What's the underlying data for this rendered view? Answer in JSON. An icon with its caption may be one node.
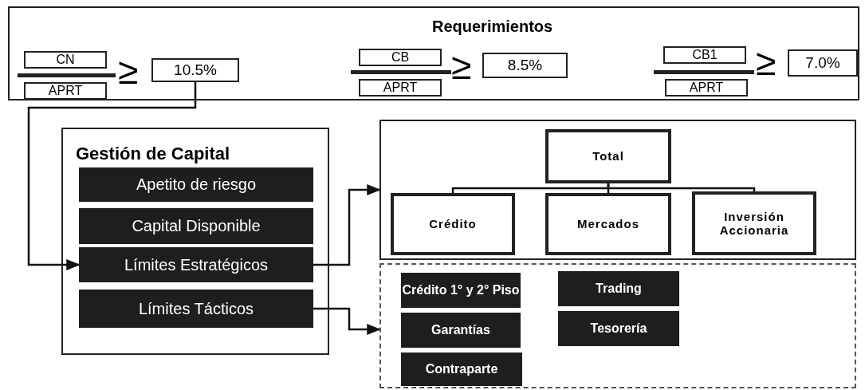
{
  "diagram": {
    "nodes": [
      {
        "text": [
          "Requerimientos"
        ]
      },
      {
        "text": [
          "CN"
        ],
        "in": 0
      },
      {
        "text": [
          "APRT"
        ],
        "in": 0
      },
      {
        "text": [
          "10.5%"
        ],
        "in": 0
      },
      {
        "text": [
          "CB"
        ],
        "in": 0
      },
      {
        "text": [
          "APRT"
        ],
        "in": 0
      },
      {
        "text": [
          "8.5%"
        ],
        "in": 0
      },
      {
        "text": [
          "CB1"
        ],
        "in": 0
      },
      {
        "text": [
          "APRT"
        ],
        "in": 0
      },
      {
        "text": [
          "7.0%"
        ],
        "in": 0
      },
      {
        "text": [
          "Gestión de Capital"
        ]
      },
      {
        "text": [
          "Apetito de riesgo"
        ],
        "in": 10
      },
      {
        "text": [
          "Capital Disponible"
        ],
        "in": 10
      },
      {
        "text": [
          "Límites Estratégicos"
        ],
        "in": 10
      },
      {
        "text": [
          "Límites Tácticos"
        ],
        "in": 10
      },
      {
        "text": [],
        "shape": "box"
      },
      {
        "text": [
          "Total"
        ],
        "in": 15
      },
      {
        "text": [
          "Crédito"
        ],
        "in": 15
      },
      {
        "text": [
          "Mercados"
        ],
        "in": 15
      },
      {
        "text": [
          "Inversión Accionaria"
        ],
        "in": 15
      },
      {
        "text": [],
        "shape": "box"
      },
      {
        "text": [
          "Crédito 1° y 2° Piso"
        ],
        "in": 20
      },
      {
        "text": [
          "Garantías"
        ],
        "in": 20
      },
      {
        "text": [
          "Contraparte"
        ],
        "in": 20
      },
      {
        "text": [
          "Trading"
        ],
        "in": 20
      },
      {
        "text": [
          "Tesorería"
        ],
        "in": 20
      }
    ],
    "edges": [
      {
        "from": 3,
        "to": 13,
        "arrow": "to"
      },
      {
        "from": 13,
        "to": 15,
        "arrow": "to"
      },
      {
        "from": 14,
        "to": 20,
        "arrow": "to"
      },
      {
        "from": 16,
        "to": 17,
        "arrow": "none"
      },
      {
        "from": 16,
        "to": 18,
        "arrow": "none"
      },
      {
        "from": 16,
        "to": 19,
        "arrow": "none"
      }
    ],
    "labels": [
      "≥",
      "≥",
      "≥"
    ]
  }
}
